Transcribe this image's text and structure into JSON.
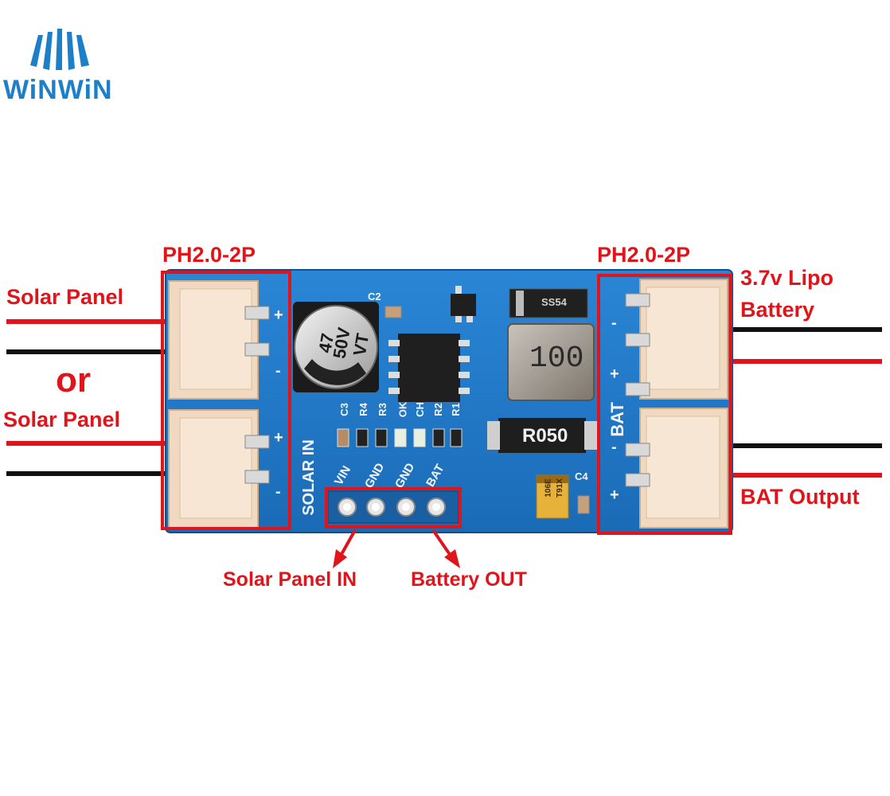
{
  "brand": {
    "name": "WiNWiN",
    "color": "#1d7fc7"
  },
  "colors": {
    "board": "#1f78c8",
    "accent": "#e0141b",
    "connector": "#f3dcc4"
  },
  "labels": {
    "ph_left": "PH2.0-2P",
    "ph_right": "PH2.0-2P",
    "solar_panel_1": "Solar Panel",
    "or": "or",
    "solar_panel_2": "Solar Panel",
    "lipo_line1": "3.7v Lipo",
    "lipo_line2": "Battery",
    "bat_output": "BAT Output",
    "solar_in": "Solar Panel IN",
    "battery_out": "Battery OUT"
  },
  "silkscreen": {
    "solar_in": "SOLAR IN",
    "bat": "BAT",
    "cap_line1": "47",
    "cap_line2": "50V",
    "cap_line3": "VT",
    "c2": "C2",
    "c3": "C3",
    "c4": "C4",
    "r1": "R1",
    "r2": "R2",
    "r3": "R3",
    "r4": "R4",
    "ok": "OK",
    "ch": "CH",
    "inductor": "100",
    "shunt": "R050",
    "diode": "SS54",
    "tant_line1": "106E",
    "tant_line2": "T91X",
    "pin_vin": "VIN",
    "pin_gnd1": "GND",
    "pin_gnd2": "GND",
    "pin_bat": "BAT",
    "plus": "+",
    "minus": "-"
  }
}
